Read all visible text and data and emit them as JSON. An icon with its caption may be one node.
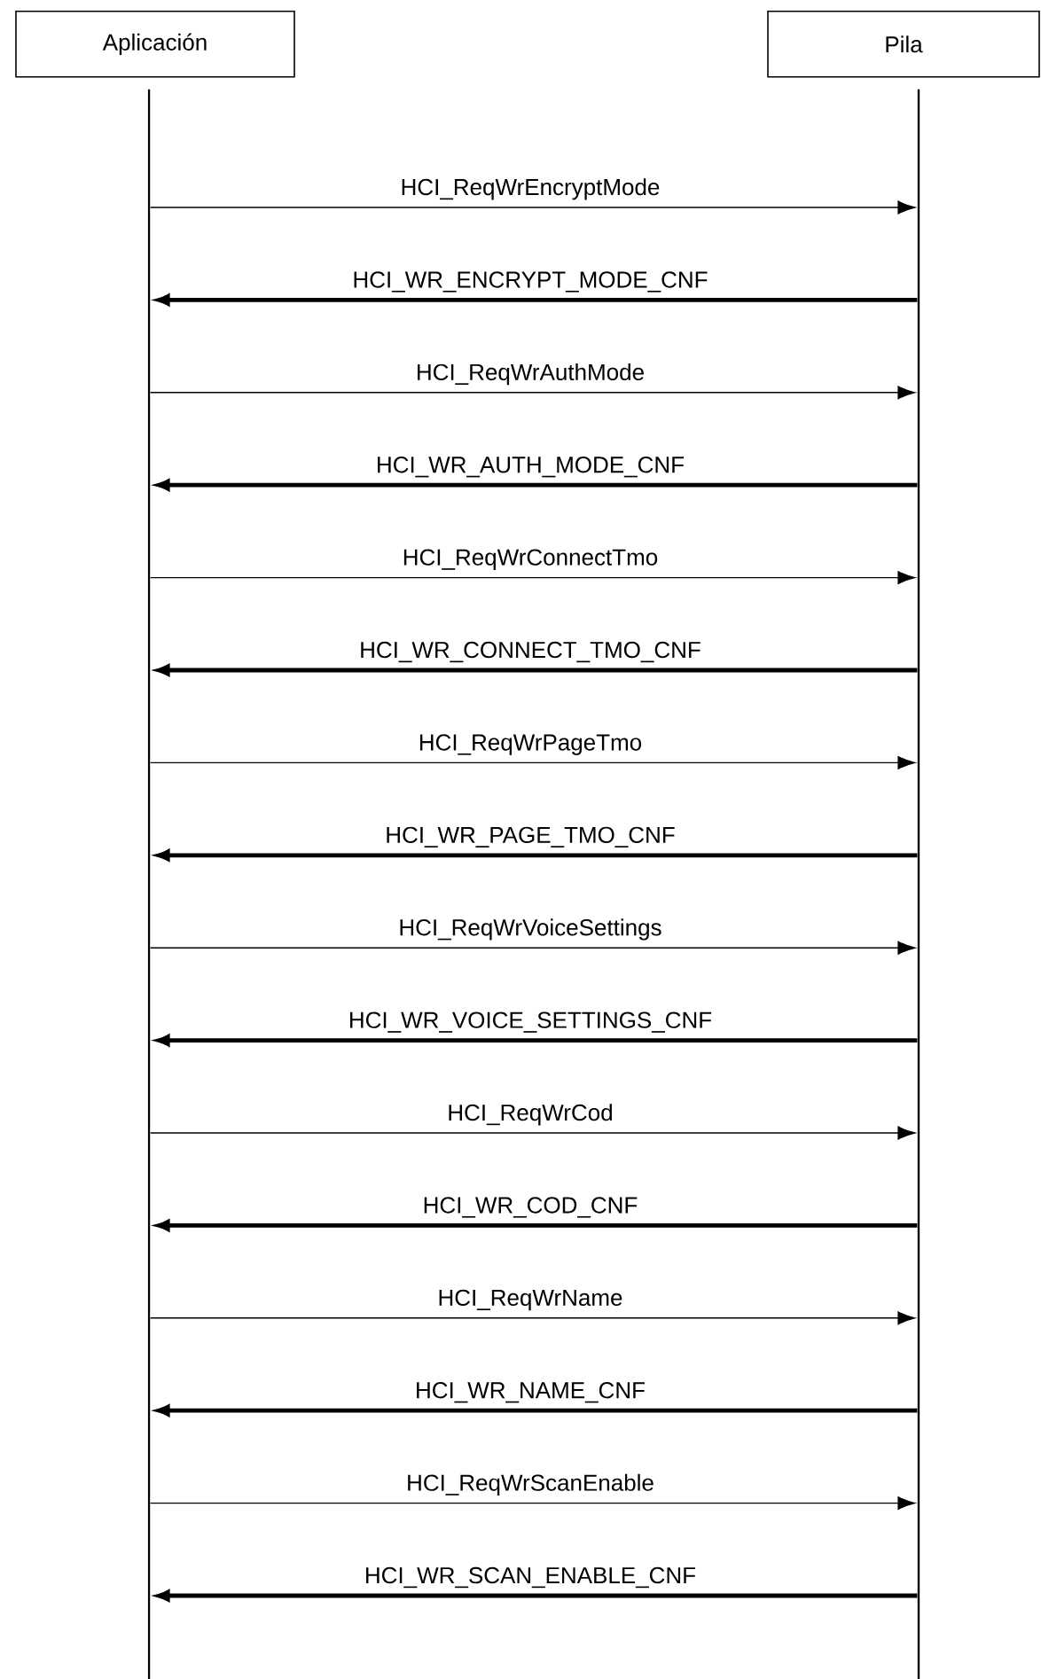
{
  "diagram": {
    "nodes": [
      {
        "text": [
          "Aplicación"
        ]
      },
      {
        "text": [
          "Pila"
        ]
      },
      {
        "text": [],
        "shape": "bar"
      },
      {
        "text": [],
        "shape": "bar"
      }
    ],
    "edges": [
      {
        "from": 2,
        "to": 3,
        "arrow": "to",
        "label": "HCI_ReqWrEncryptMode"
      },
      {
        "from": 3,
        "to": 2,
        "arrow": "to",
        "label": "HCI_WR_ENCRYPT_MODE_CNF",
        "style": "thick"
      },
      {
        "from": 2,
        "to": 3,
        "arrow": "to",
        "label": "HCI_ReqWrAuthMode"
      },
      {
        "from": 3,
        "to": 2,
        "arrow": "to",
        "label": "HCI_WR_AUTH_MODE_CNF",
        "style": "thick"
      },
      {
        "from": 2,
        "to": 3,
        "arrow": "to",
        "label": "HCI_ReqWrConnectTmo"
      },
      {
        "from": 3,
        "to": 2,
        "arrow": "to",
        "label": "HCI_WR_CONNECT_TMO_CNF",
        "style": "thick"
      },
      {
        "from": 2,
        "to": 3,
        "arrow": "to",
        "label": "HCI_ReqWrPageTmo"
      },
      {
        "from": 3,
        "to": 2,
        "arrow": "to",
        "label": "HCI_WR_PAGE_TMO_CNF",
        "style": "thick"
      },
      {
        "from": 2,
        "to": 3,
        "arrow": "to",
        "label": "HCI_ReqWrVoiceSettings"
      },
      {
        "from": 3,
        "to": 2,
        "arrow": "to",
        "label": "HCI_WR_VOICE_SETTINGS_CNF",
        "style": "thick"
      },
      {
        "from": 2,
        "to": 3,
        "arrow": "to",
        "label": "HCI_ReqWrCod"
      },
      {
        "from": 3,
        "to": 2,
        "arrow": "to",
        "label": "HCI_WR_COD_CNF",
        "style": "thick"
      },
      {
        "from": 2,
        "to": 3,
        "arrow": "to",
        "label": "HCI_ReqWrName"
      },
      {
        "from": 3,
        "to": 2,
        "arrow": "to",
        "label": "HCI_WR_NAME_CNF",
        "style": "thick"
      },
      {
        "from": 2,
        "to": 3,
        "arrow": "to",
        "label": "HCI_ReqWrScanEnable"
      },
      {
        "from": 3,
        "to": 2,
        "arrow": "to",
        "label": "HCI_WR_SCAN_ENABLE_CNF",
        "style": "thick"
      }
    ]
  }
}
